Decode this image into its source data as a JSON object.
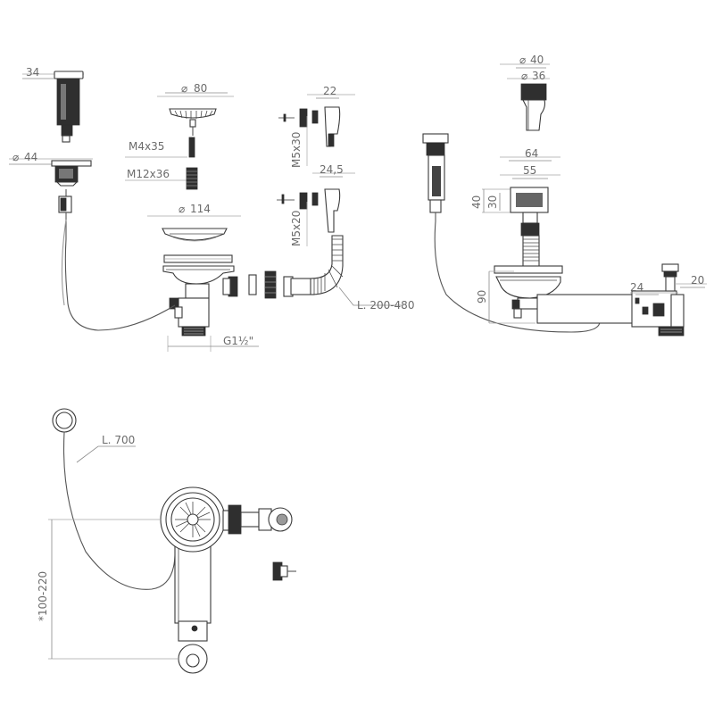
{
  "dimensions": {
    "d34": "34",
    "d44": "44",
    "d80": "80",
    "m4x35": "M4x35",
    "m12x36": "M12x36",
    "d114": "114",
    "g112": "G1½\"",
    "d22": "22",
    "m5x30": "M5x30",
    "d24_5": "24,5",
    "m5x20": "M5x20",
    "l200_480": "L. 200-480",
    "d40": "40",
    "d36": "36",
    "d64": "64",
    "d55": "55",
    "h40": "40",
    "h30": "30",
    "h90": "90",
    "d24": "24",
    "d20": "20",
    "l700": "L. 700",
    "h100_220": "*100-220"
  },
  "symbols": {
    "diameter": "⌀"
  },
  "colors": {
    "line": "#3a3a3a",
    "dimension": "#8a8a8a",
    "text": "#6b6b6b",
    "fill": "#f4f4f4"
  }
}
